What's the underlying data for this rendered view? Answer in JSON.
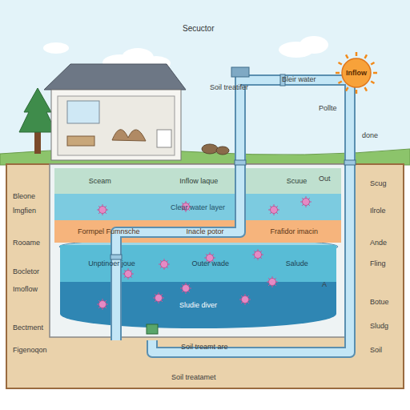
{
  "diagram": {
    "title": "Secuctor",
    "nodes": [
      {
        "text": [
          "Inflow"
        ]
      },
      {
        "text": [
          "Sceam",
          "Inflow laque",
          "Scuue"
        ]
      },
      {
        "text": [
          "Clear water layer"
        ]
      },
      {
        "text": [
          "Formpel Fumnsche",
          "Inacle potor",
          "Frafidor imacin"
        ]
      },
      {
        "text": [
          "Unptinoer joue",
          "Outer wade",
          "Salude"
        ]
      },
      {
        "text": [
          "Sludie diver"
        ]
      }
    ],
    "labels": [
      "Soil treatifer",
      "Bleir water",
      "Pollte",
      "done",
      "Out",
      "A",
      "Bleone",
      "lmgfien",
      "Rooame",
      "Bocletor",
      "Imoflow",
      "Bectment",
      "Figenoqon",
      "Scug",
      "Ilrole",
      "Ande",
      "Fling",
      "Botue",
      "Sludg",
      "Soil",
      "Soil treamt are",
      "Soil treatamet"
    ]
  }
}
